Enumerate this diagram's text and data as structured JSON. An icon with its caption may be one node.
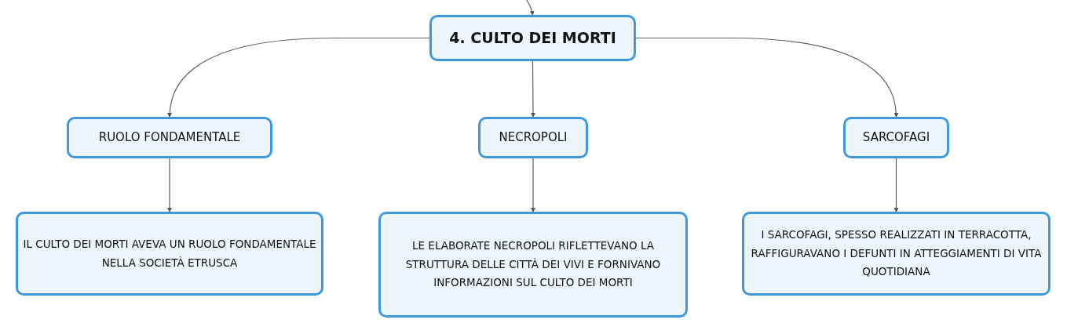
{
  "diagram": {
    "nodes": [
      {
        "text": [
          "4. CULTO DEI MORTI"
        ]
      },
      {
        "text": [
          "RUOLO FONDAMENTALE"
        ]
      },
      {
        "text": [
          "NECROPOLI"
        ]
      },
      {
        "text": [
          "SARCOFAGI"
        ]
      },
      {
        "text": [
          "IL CULTO DEI MORTI AVEVA UN RUOLO FONDAMENTALE NELLA SOCIETÀ ETRUSCA"
        ]
      },
      {
        "text": [
          "LE ELABORATE NECROPOLI RIFLETTEVANO LA STRUTTURA DELLE CITTÀ DEI VIVI E FORNIVANO INFORMAZIONI SUL CULTO DEI MORTI"
        ]
      },
      {
        "text": [
          "I SARCOFAGI, SPESSO REALIZZATI IN TERRACOTTA, RAFFIGURAVANO I DEFUNTI IN ATTEGGIAMENTI DI VITA QUOTIDIANA"
        ]
      }
    ],
    "edges": [
      {
        "from": null,
        "to": 0,
        "arrow": "to"
      },
      {
        "from": 0,
        "to": 1,
        "arrow": "to"
      },
      {
        "from": 0,
        "to": 2,
        "arrow": "to"
      },
      {
        "from": 0,
        "to": 3,
        "arrow": "to"
      },
      {
        "from": 1,
        "to": 4,
        "arrow": "to"
      },
      {
        "from": 2,
        "to": 5,
        "arrow": "to"
      },
      {
        "from": 3,
        "to": 6,
        "arrow": "to"
      }
    ]
  }
}
